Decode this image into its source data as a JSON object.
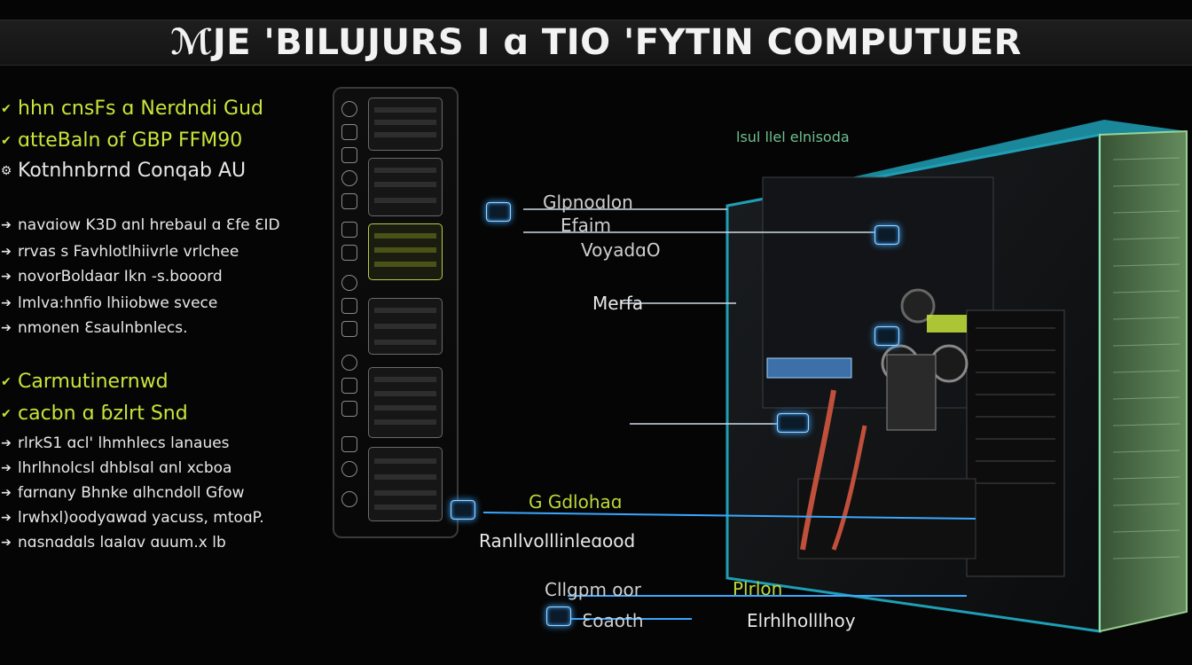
{
  "header": {
    "title": "ℳJE 'BILUJURS I ɑ TIO 'FYTIN COMPUTUER"
  },
  "left_panel": {
    "group1": [
      {
        "text": "hhn cnsFs ɑ Nerdndi Gud",
        "color": "green",
        "size": "lg"
      },
      {
        "text": "ɑtteBaln of GBP FFM90",
        "color": "green",
        "size": "lg"
      },
      {
        "text": "Kotnhnbrnd Conqab AU",
        "color": "white",
        "size": "lg"
      }
    ],
    "group2": [
      {
        "text": "navɑiow K3D ɑnl hrebaul ɑ Ɛfe ƐID",
        "color": "white",
        "size": "sm"
      },
      {
        "text": "rrvas s Favhlotlhiivrle vrlchee",
        "color": "white",
        "size": "sm"
      },
      {
        "text": "novorBoldaɑr Ikn -s.booord",
        "color": "white",
        "size": "sm"
      },
      {
        "text": "lmlva:hnfio lhiiobwe svece",
        "color": "white",
        "size": "sm"
      },
      {
        "text": "nmonen Ɛsaulnbnlecs.",
        "color": "white",
        "size": "sm"
      }
    ],
    "group3": [
      {
        "text": "Carmutinernwd",
        "color": "green",
        "size": "lg"
      },
      {
        "text": "cacbn ɑ ɓzlrt Snd",
        "color": "green",
        "size": "lg"
      }
    ],
    "group4": [
      {
        "text": "rlrkS1 ɑcl' lhmhlecs lanaues",
        "color": "white",
        "size": "sm"
      },
      {
        "text": "lhrlhnolcsl dhblsɑl ɑnl xcboa",
        "color": "white",
        "size": "sm"
      },
      {
        "text": "fɑrnɑny Bhnke ɑlhcndoll Gfow",
        "color": "white",
        "size": "sm"
      },
      {
        "text": "lrwhxl)oodyɑwɑd yacuss, mtoɑP.",
        "color": "white",
        "size": "sm"
      },
      {
        "text": "nɑsnɑdɑls lɑalɑv ɑuum.x lb",
        "color": "white",
        "size": "sm"
      }
    ]
  },
  "callouts": {
    "top_right": "lsul llel elnisoda",
    "c1": "Glpnoɑlon",
    "c2": "Efaim",
    "c3": "VoyadɑO",
    "c4": "Merfa",
    "c5": "G Gdlohaɑ",
    "c6": "Ranllvolllinleɑood",
    "c7": "Cllgpm oor",
    "c8": "Plrlon",
    "c9": "Ɛoaoth",
    "c10": "Elrhlholllhoy"
  },
  "colors": {
    "accent_green": "#c7e53a",
    "glow_blue": "#3aa7ff",
    "case_cyan": "#1f9fb5",
    "panel_green": "#a7e3a0",
    "background": "#050505"
  }
}
